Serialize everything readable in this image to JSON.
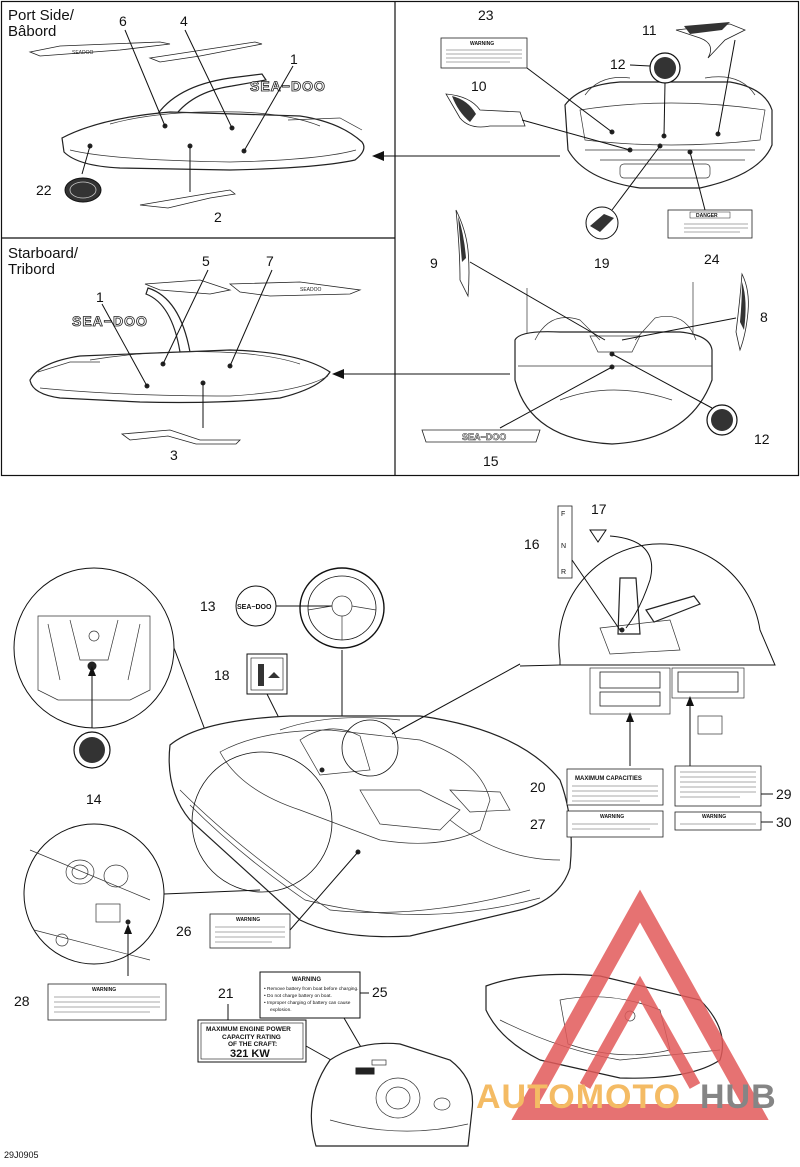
{
  "panels": {
    "port_title_1": "Port Side/",
    "port_title_2": "Bâbord",
    "starboard_title_1": "Starboard/",
    "starboard_title_2": "Tribord"
  },
  "callouts": [
    "1",
    "2",
    "3",
    "4",
    "5",
    "6",
    "7",
    "8",
    "9",
    "10",
    "11",
    "12",
    "13",
    "14",
    "15",
    "16",
    "17",
    "18",
    "19",
    "20",
    "21",
    "22",
    "23",
    "24",
    "25",
    "26",
    "27",
    "28",
    "29",
    "30"
  ],
  "decals": {
    "logo": "SEA−DOO",
    "warning": "WARNING",
    "danger": "DANGER",
    "max_power_1": "MAXIMUM ENGINE POWER",
    "max_power_2": "CAPACITY RATING",
    "max_power_3": "OF THE CRAFT:",
    "max_power_value": "321 KW",
    "warn25_1": "• Remove battery from boat before charging.",
    "warn25_2": "• Do not charge battery on boat.",
    "warn25_3": "• Improper charging of battery can cause",
    "warn25_4": "explosion.",
    "capacity": "MAXIMUM CAPACITIES"
  },
  "watermark": {
    "part1": "AUTOMOTO",
    "part2": "HUB"
  },
  "figure_code": "29J0905",
  "colors": {
    "line": "#111111",
    "watermark_red": "#e25a5a",
    "watermark_orange": "#f3b04a",
    "watermark_gray": "#707070"
  }
}
